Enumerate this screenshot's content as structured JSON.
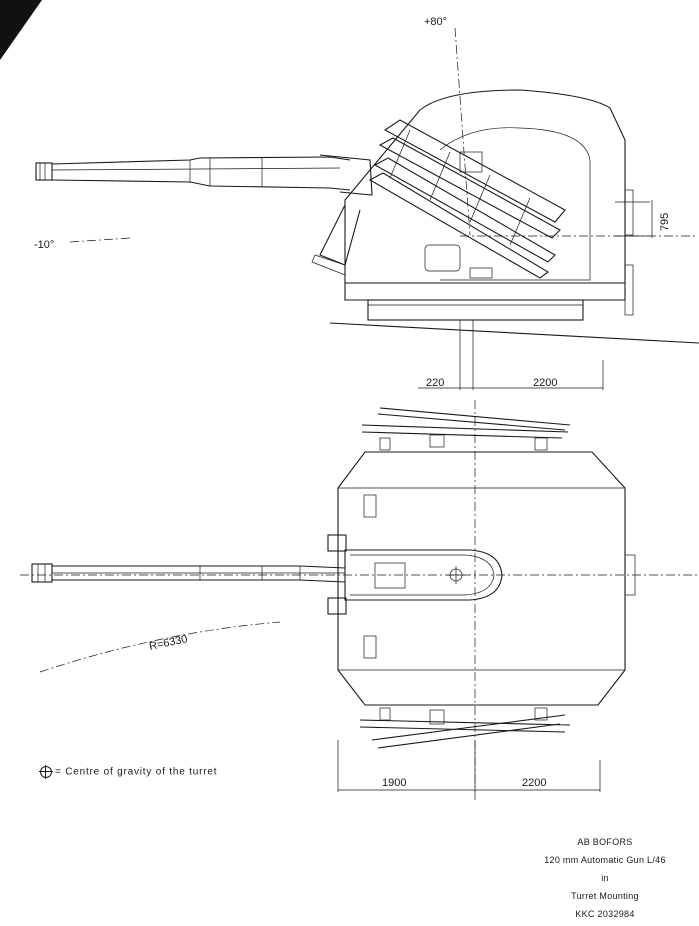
{
  "dimensions": {
    "elevation_max": "+80°",
    "depression": "-10°",
    "height_label": "795",
    "side_offset_left": "220",
    "side_offset_right": "2200",
    "swing_radius": "R=6330",
    "top_offset_left": "1900",
    "top_offset_right": "2200"
  },
  "legend": {
    "text": "= Centre of gravity of the turret"
  },
  "title_block": {
    "company": "AB BOFORS",
    "line1": "120 mm Automatic Gun L/46",
    "line2": "in",
    "line3": "Turret Mounting",
    "drawing_number": "KKC 2032984"
  }
}
